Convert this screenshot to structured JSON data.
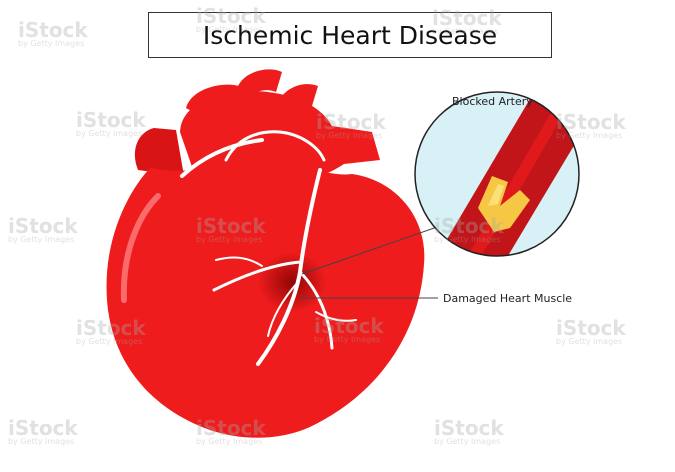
{
  "title": "Ischemic Heart Disease",
  "labels": {
    "blocked_artery": "Blocked Artery",
    "damaged_muscle": "Damaged Heart Muscle"
  },
  "watermark": {
    "brand": "iStock",
    "byline": "by Getty Images"
  },
  "colors": {
    "heart": "#ee1c1c",
    "heart_dark": "#b30f0f",
    "vessel": "#ffffff",
    "artery_wall": "#c1151a",
    "plaque": "#f6c744",
    "lens_bg": "#d8f1f6"
  }
}
